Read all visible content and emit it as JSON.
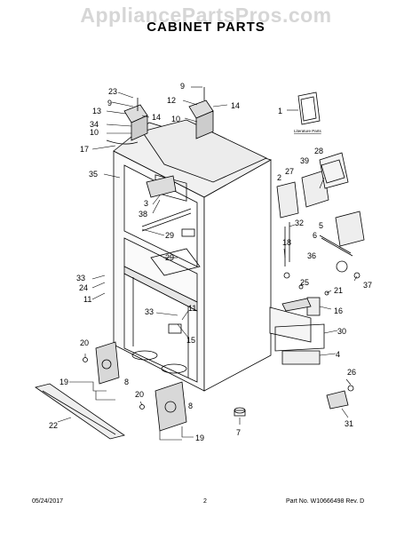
{
  "watermark": "AppliancePartsPros.com",
  "title": "CABINET PARTS",
  "literature_label": "Literature Parts",
  "callouts": {
    "c1": "1",
    "c2": "2",
    "c3": "3",
    "c4": "4",
    "c5": "5",
    "c6": "6",
    "c7": "7",
    "c8a": "8",
    "c8b": "8",
    "c9a": "9",
    "c9b": "9",
    "c10a": "10",
    "c10b": "10",
    "c11a": "11",
    "c11b": "11",
    "c12": "12",
    "c13": "13",
    "c14a": "14",
    "c14b": "14",
    "c15": "15",
    "c16": "16",
    "c17": "17",
    "c18": "18",
    "c19a": "19",
    "c19b": "19",
    "c20a": "20",
    "c20b": "20",
    "c21": "21",
    "c22": "22",
    "c23": "23",
    "c24": "24",
    "c25": "25",
    "c26": "26",
    "c27": "27",
    "c28": "28",
    "c29a": "29",
    "c29b": "29",
    "c30": "30",
    "c31": "31",
    "c32": "32",
    "c33a": "33",
    "c33b": "33",
    "c34": "34",
    "c35": "35",
    "c36": "36",
    "c37": "37",
    "c38": "38",
    "c39": "39"
  },
  "footer": {
    "date": "05/24/2017",
    "page": "2",
    "part_no": "Part No. W10666498  Rev. D"
  }
}
